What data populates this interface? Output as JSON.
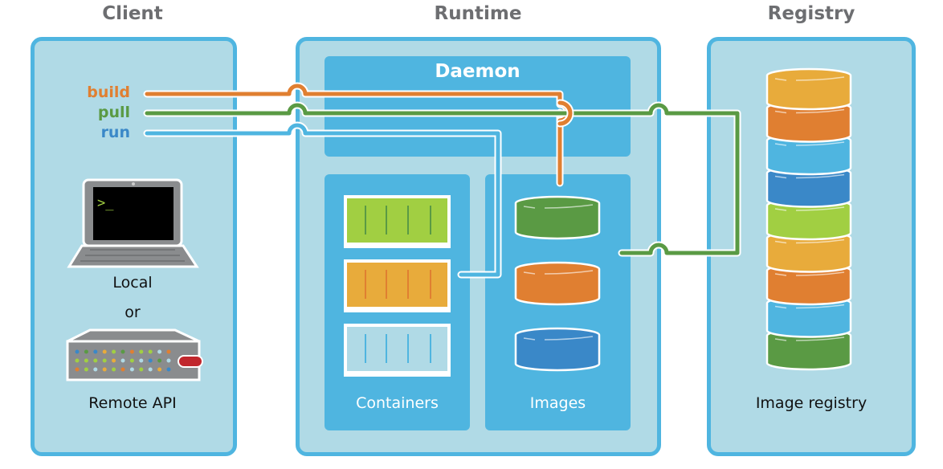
{
  "sections": {
    "client": {
      "title": "Client"
    },
    "runtime": {
      "title": "Runtime"
    },
    "registry": {
      "title": "Registry"
    }
  },
  "client": {
    "commands": [
      {
        "label": "build",
        "color": "#e07f31"
      },
      {
        "label": "pull",
        "color": "#5a9a44"
      },
      {
        "label": "run",
        "color": "#3a88c8"
      }
    ],
    "local_label": "Local",
    "or_label": "or",
    "remote_label": "Remote API",
    "terminal_prompt": ">_"
  },
  "runtime": {
    "daemon_label": "Daemon",
    "containers_label": "Containers",
    "images_label": "Images",
    "containers": [
      {
        "fill": "#a1cf42",
        "stripe": "#5a9a44"
      },
      {
        "fill": "#e8ab3b",
        "stripe": "#e07f31"
      },
      {
        "fill": "#b0dae6",
        "stripe": "#4fb5e0"
      }
    ],
    "images": [
      {
        "fill": "#5a9a44"
      },
      {
        "fill": "#e07f31"
      },
      {
        "fill": "#3a88c8"
      }
    ]
  },
  "registry": {
    "label": "Image registry",
    "layers": [
      "#e8ab3b",
      "#e07f31",
      "#4fb5e0",
      "#3a88c8",
      "#a1cf42",
      "#e8ab3b",
      "#e07f31",
      "#4fb5e0",
      "#5a9a44"
    ]
  },
  "colors": {
    "panel_fill": "#b0dae6",
    "panel_border": "#4fb5e0",
    "title_text": "#6d6e71"
  }
}
